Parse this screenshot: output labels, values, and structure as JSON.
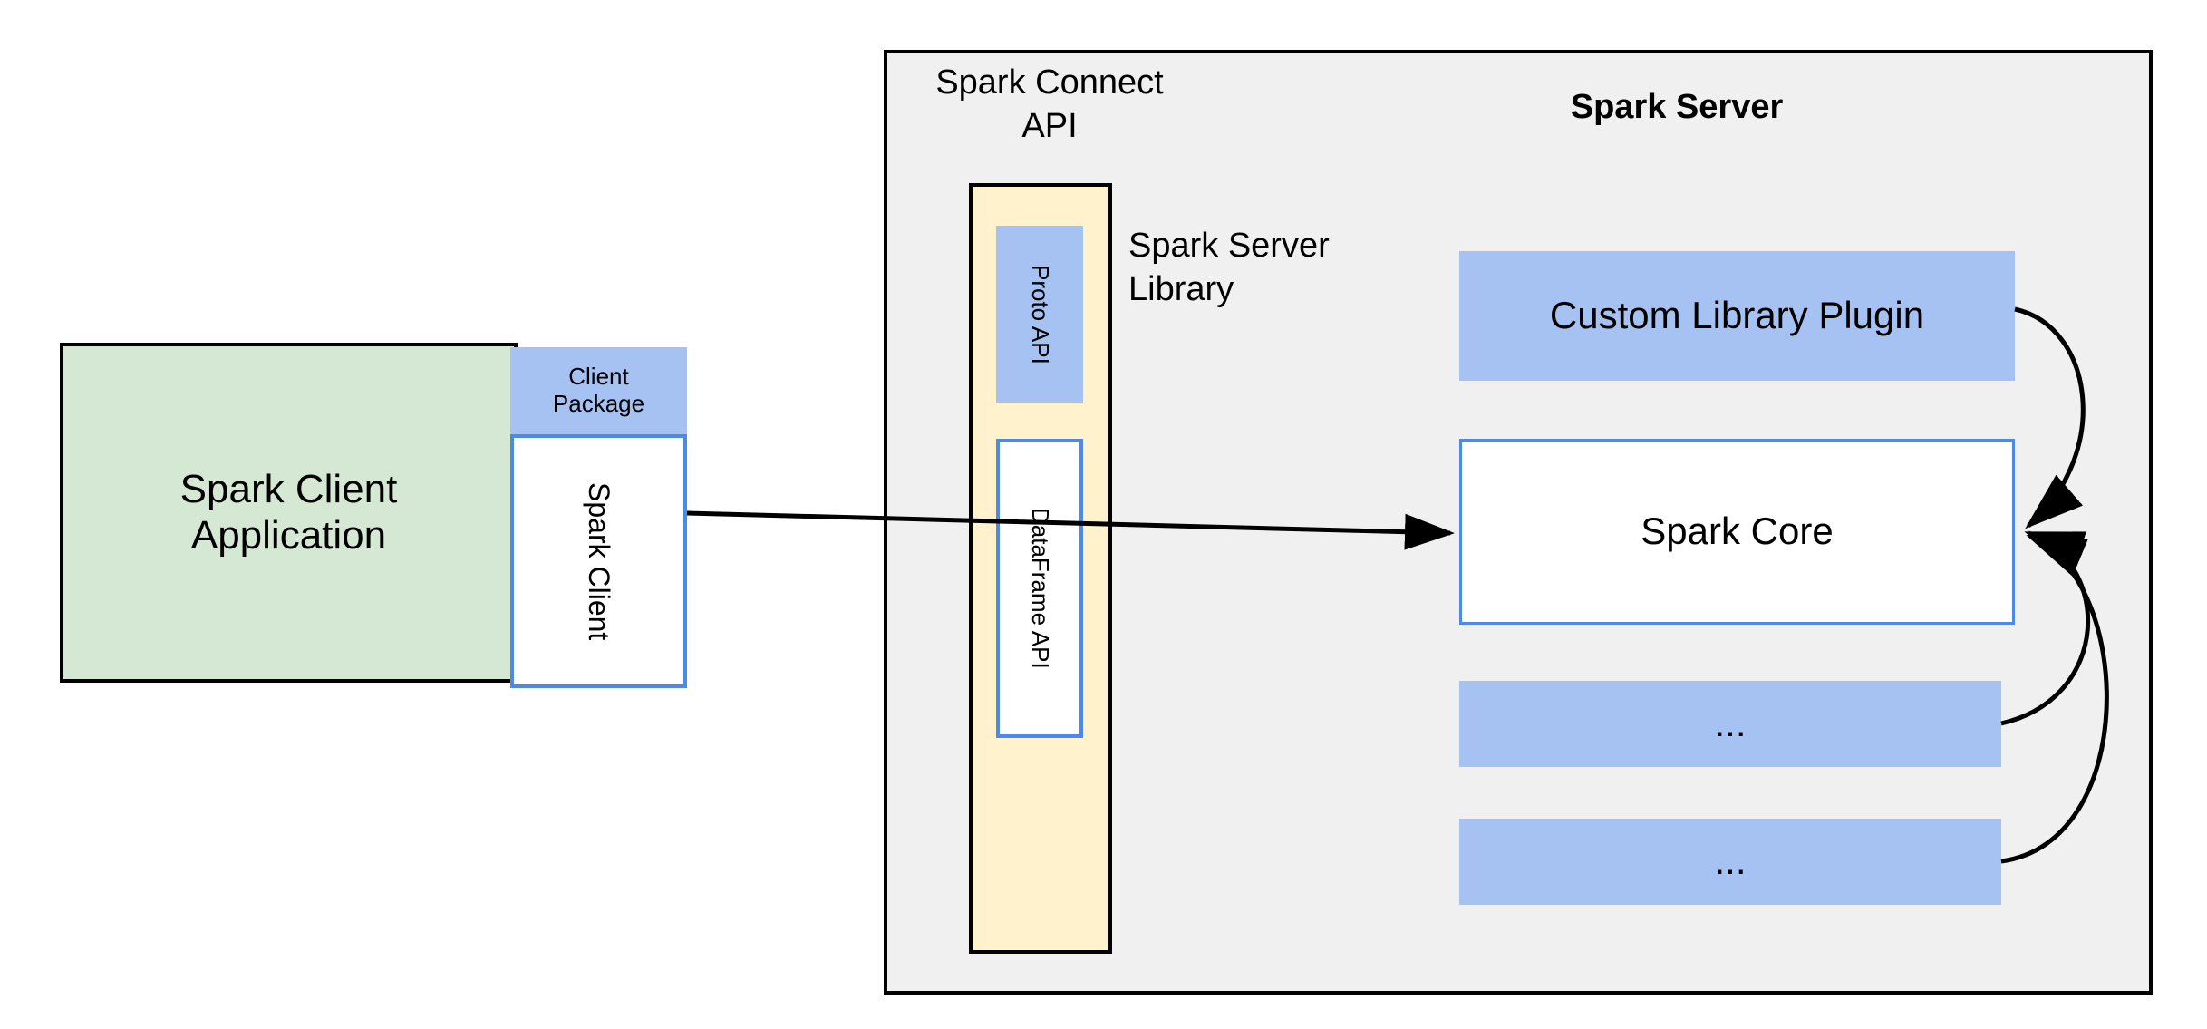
{
  "diagram": {
    "title": "Spark Connect architecture",
    "colors": {
      "client_app_fill": "#D5E8D4",
      "blue_fill": "#A6C2F2",
      "blue_border": "#4D8AE8",
      "cream_fill": "#FFF2CC",
      "panel_fill": "#F0F0F0",
      "stroke": "#000000"
    }
  },
  "client": {
    "application_label": "Spark Client\nApplication",
    "application_line1": "Spark Client",
    "application_line2": "Application",
    "package_label": "Client\nPackage",
    "package_line1": "Client",
    "package_line2": "Package",
    "client_label": "Spark Client"
  },
  "server_panel": {
    "connect_api_label": "Spark Connect\nAPI",
    "connect_api_line1": "Spark Connect",
    "connect_api_line2": "API",
    "server_title": "Spark Server",
    "server_library_label": "Spark Server\nLibrary",
    "server_library_line1": "Spark Server",
    "server_library_line2": "Library",
    "connect_column": {
      "proto_api_label": "Proto API",
      "dataframe_api_label": "DataFrame API"
    },
    "modules": [
      {
        "label": "Custom Library Plugin",
        "style": "blue-filled"
      },
      {
        "label": "Spark Core",
        "style": "white-blue-border"
      },
      {
        "label": "...",
        "style": "blue-filled"
      },
      {
        "label": "...",
        "style": "blue-filled"
      }
    ]
  },
  "connections": [
    {
      "from": "Spark Client",
      "to": "Spark Core",
      "style": "straight-arrow"
    },
    {
      "from": "Custom Library Plugin",
      "to": "Spark Core",
      "style": "curved-arrow"
    },
    {
      "from": "...",
      "to": "Spark Core",
      "style": "curved-arrow"
    },
    {
      "from": "...",
      "to": "Spark Core",
      "style": "curved-arrow"
    }
  ]
}
